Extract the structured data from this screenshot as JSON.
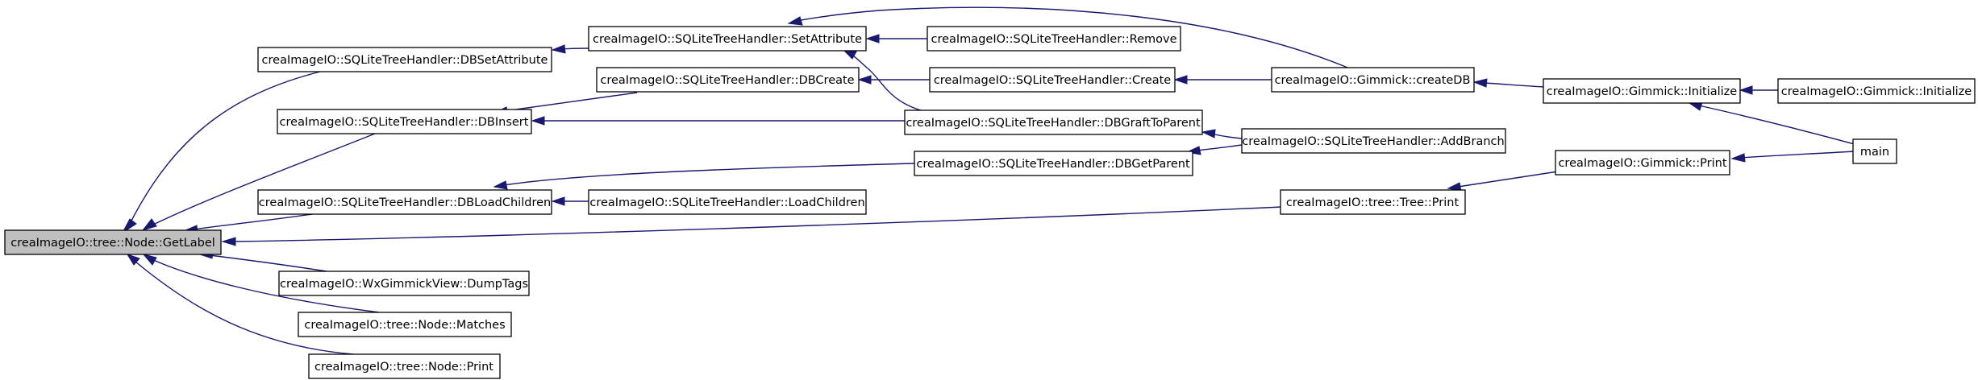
{
  "graph": {
    "edge_color": "#191970",
    "root_fill": "#bfbfbf",
    "nodes": {
      "n0": "creaImageIO::tree::Node::GetLabel",
      "n1": "creaImageIO::SQLiteTreeHandler::DBSetAttribute",
      "n2": "creaImageIO::SQLiteTreeHandler::DBInsert",
      "n3": "creaImageIO::SQLiteTreeHandler::DBLoadChildren",
      "n4": "creaImageIO::WxGimmickView::DumpTags",
      "n5": "creaImageIO::tree::Node::Matches",
      "n6": "creaImageIO::tree::Node::Print",
      "n7": "creaImageIO::SQLiteTreeHandler::SetAttribute",
      "n8": "creaImageIO::SQLiteTreeHandler::DBCreate",
      "n9": "creaImageIO::SQLiteTreeHandler::LoadChildren",
      "n10": "creaImageIO::SQLiteTreeHandler::Remove",
      "n11": "creaImageIO::SQLiteTreeHandler::Create",
      "n12": "creaImageIO::SQLiteTreeHandler::DBGraftToParent",
      "n13": "creaImageIO::SQLiteTreeHandler::DBGetParent",
      "n14": "creaImageIO::Gimmick::createDB",
      "n15": "creaImageIO::SQLiteTreeHandler::AddBranch",
      "n16": "creaImageIO::tree::Tree::Print",
      "n17": "creaImageIO::Gimmick::Initialize",
      "n18": "creaImageIO::Gimmick::Print",
      "n19": "creaImageIO::Gimmick::Initialize",
      "n20": "main"
    },
    "edges": [
      {
        "from": "n1",
        "to": "n0"
      },
      {
        "from": "n2",
        "to": "n0"
      },
      {
        "from": "n3",
        "to": "n0"
      },
      {
        "from": "n16",
        "to": "n0"
      },
      {
        "from": "n4",
        "to": "n0"
      },
      {
        "from": "n5",
        "to": "n0"
      },
      {
        "from": "n6",
        "to": "n0"
      },
      {
        "from": "n7",
        "to": "n1"
      },
      {
        "from": "n8",
        "to": "n2"
      },
      {
        "from": "n12",
        "to": "n2"
      },
      {
        "from": "n9",
        "to": "n3"
      },
      {
        "from": "n13",
        "to": "n3"
      },
      {
        "from": "n10",
        "to": "n7"
      },
      {
        "from": "n14",
        "to": "n7"
      },
      {
        "from": "n12",
        "to": "n7"
      },
      {
        "from": "n11",
        "to": "n8"
      },
      {
        "from": "n14",
        "to": "n11"
      },
      {
        "from": "n15",
        "to": "n12"
      },
      {
        "from": "n15",
        "to": "n13"
      },
      {
        "from": "n17",
        "to": "n14"
      },
      {
        "from": "n19",
        "to": "n17"
      },
      {
        "from": "n20",
        "to": "n17"
      },
      {
        "from": "n18",
        "to": "n16"
      },
      {
        "from": "n20",
        "to": "n18"
      }
    ]
  }
}
